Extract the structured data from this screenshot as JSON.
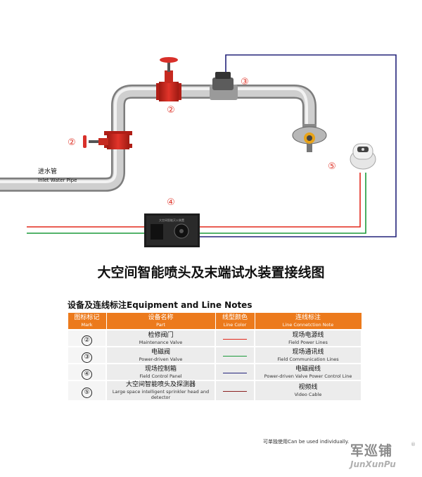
{
  "diagram": {
    "inlet_label_zh": "进水管",
    "inlet_label_en": "Inlet Water Pipe",
    "callouts": [
      "②",
      "②",
      "③",
      "④",
      "⑤"
    ],
    "panel_caption": "大空间智能灭火装置"
  },
  "title": "大空间智能喷头及末端试水装置接线图",
  "notes_title": "设备及连线标注Equipment and Line Notes",
  "table": {
    "headers": [
      {
        "zh": "图标标记",
        "en": "Mark"
      },
      {
        "zh": "设备名称",
        "en": "Part"
      },
      {
        "zh": "线型颜色",
        "en": "Line Color"
      },
      {
        "zh": "连线标注",
        "en": "Line Connetction Note"
      }
    ],
    "rows": [
      {
        "mark": "②",
        "part_zh": "检修阀门",
        "part_en": "Maintenance Valve",
        "line_color": "#e2281b",
        "note_zh": "现场电源线",
        "note_en": "Field Power Lines"
      },
      {
        "mark": "③",
        "part_zh": "电磁阀",
        "part_en": "Power-driven Valve",
        "line_color": "#1c9a3a",
        "note_zh": "现场通讯线",
        "note_en": "Field Communication Lines"
      },
      {
        "mark": "④",
        "part_zh": "现场控制箱",
        "part_en": "Field Control Panel",
        "line_color": "#23237a",
        "note_zh": "电磁阀线",
        "note_en": "Power-driven Valve Power Control Line"
      },
      {
        "mark": "⑤",
        "part_zh": "大空间智能喷头及探测器",
        "part_en": "Large space intelligent sprinkler head and detector",
        "line_color": "#8b2222",
        "note_zh": "视频线",
        "note_en": "Video Cable"
      }
    ]
  },
  "footnote": "可单独使用Can be used individually.",
  "brand": {
    "zh": "军巡铺",
    "reg": "®",
    "en": "JunXunPu"
  },
  "colors": {
    "accent": "#ec7a1c",
    "power": "#e2281b",
    "comm": "#1c9a3a",
    "valve": "#23237a",
    "video": "#8b2222"
  }
}
